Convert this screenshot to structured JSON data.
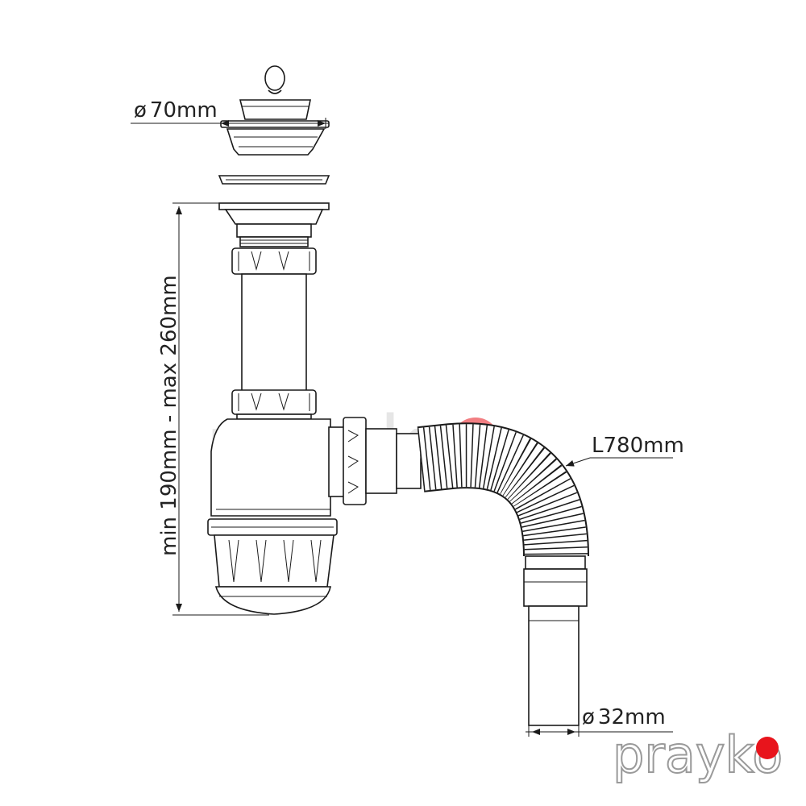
{
  "dimensions": {
    "strainer_diameter": "70mm",
    "diameter_symbol": "ø",
    "height_range": "min 190mm - max 260mm",
    "hose_length": "L780mm",
    "outlet_diameter": "32mm"
  },
  "brand": {
    "watermark": "prayko",
    "logo": "prayko",
    "accent_color": "#e8141c",
    "logo_gray": "#9a9a9a"
  },
  "colors": {
    "line": "#1a1a1a",
    "text": "#222222",
    "background": "#ffffff"
  }
}
